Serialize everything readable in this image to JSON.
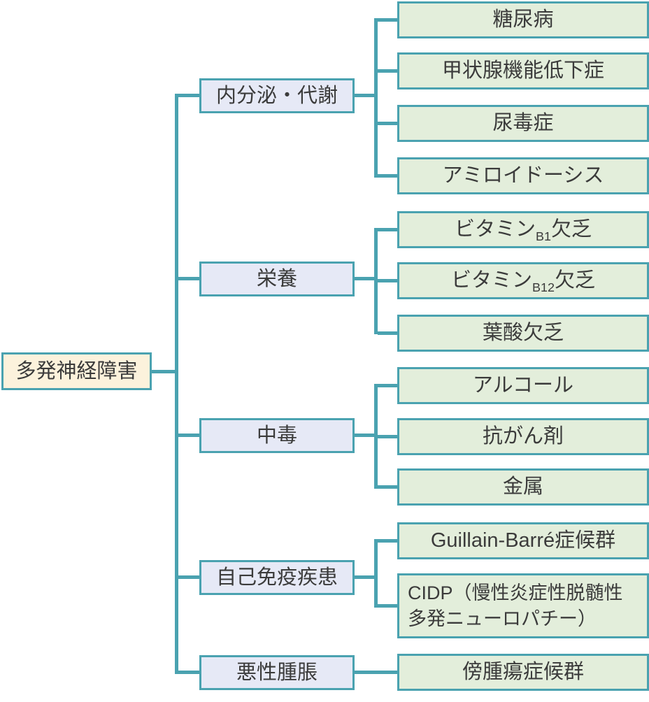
{
  "diagram": {
    "title_hint": "polyneuropathy-causes-tree",
    "colors": {
      "border_teal": "#4AA2B0",
      "leaf_fill": "#E3EEDB",
      "category_fill": "#E6E9F6",
      "root_fill": "#FCF2DC",
      "text": "#3B3B3B"
    },
    "root": {
      "label": "多発神経障害"
    },
    "groups": [
      {
        "label": "内分泌・代謝",
        "children": [
          {
            "label": "糖尿病"
          },
          {
            "label": "甲状腺機能低下症"
          },
          {
            "label": "尿毒症"
          },
          {
            "label": "アミロイドーシス"
          }
        ]
      },
      {
        "label": "栄養",
        "children": [
          {
            "label_pre": "ビタミン",
            "label_sub": "B1",
            "label_post": "欠乏"
          },
          {
            "label_pre": "ビタミン",
            "label_sub": "B12",
            "label_post": "欠乏"
          },
          {
            "label": "葉酸欠乏"
          }
        ]
      },
      {
        "label": "中毒",
        "children": [
          {
            "label": "アルコール"
          },
          {
            "label": "抗がん剤"
          },
          {
            "label": "金属"
          }
        ]
      },
      {
        "label": "自己免疫疾患",
        "children": [
          {
            "label": "Guillain-Barré症候群"
          },
          {
            "label_line1": "CIDP（慢性炎症性脱髄性",
            "label_line2": "多発ニューロパチー）"
          }
        ]
      },
      {
        "label": "悪性腫脹",
        "children": [
          {
            "label": "傍腫瘍症候群"
          }
        ]
      }
    ]
  }
}
